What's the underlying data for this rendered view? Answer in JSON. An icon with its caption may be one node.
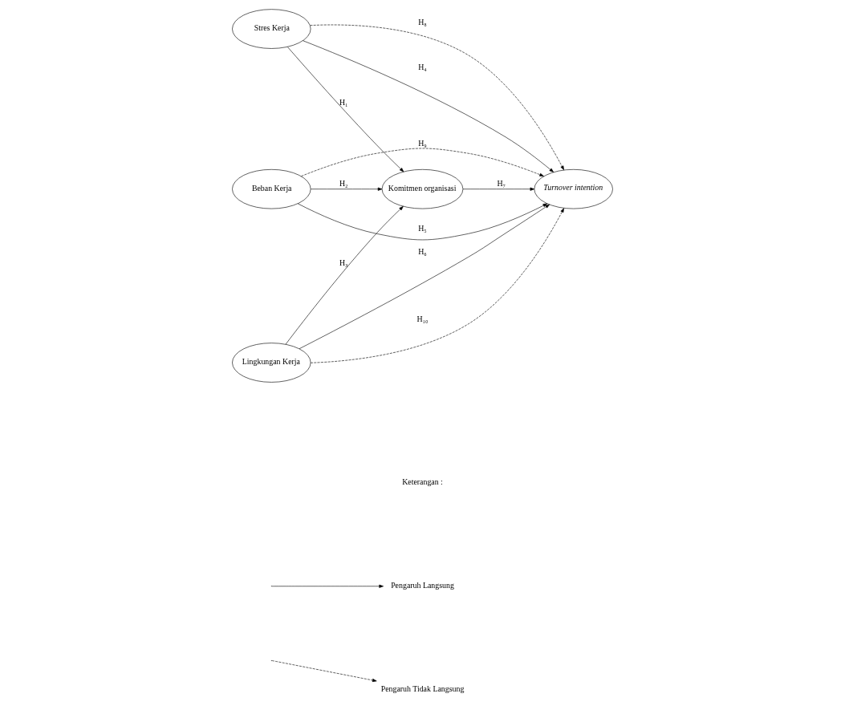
{
  "diagram": {
    "nodes": [
      {
        "text": [
          "Stres Kerja"
        ]
      },
      {
        "text": [
          "Beban Kerja"
        ]
      },
      {
        "text": [
          "Komitmen organisasi"
        ]
      },
      {
        "text": [
          "Turnover intention"
        ]
      },
      {
        "text": [
          "Lingkungan Kerja"
        ]
      }
    ],
    "edges": [
      {
        "from": 0,
        "to": 2,
        "arrow": "to",
        "label": "H₁"
      },
      {
        "from": 1,
        "to": 2,
        "arrow": "to",
        "label": "H₂"
      },
      {
        "from": 4,
        "to": 2,
        "arrow": "to",
        "label": "H₃"
      },
      {
        "from": 0,
        "to": 3,
        "arrow": "to",
        "label": "H₄"
      },
      {
        "from": 1,
        "to": 3,
        "arrow": "to",
        "label": "H₅"
      },
      {
        "from": 4,
        "to": 3,
        "arrow": "to",
        "label": "H₆"
      },
      {
        "from": 2,
        "to": 3,
        "arrow": "to",
        "label": "H₇"
      },
      {
        "from": 0,
        "to": 3,
        "arrow": "to",
        "label": "H₈",
        "style": "dashed"
      },
      {
        "from": 1,
        "to": 3,
        "arrow": "to",
        "label": "H₉",
        "style": "dashed"
      },
      {
        "from": 4,
        "to": 3,
        "arrow": "to",
        "label": "H₁₀",
        "style": "dashed"
      }
    ],
    "labels": [
      "Keterangan :"
    ],
    "legend": [
      {
        "text": "Pengaruh Langsung"
      },
      {
        "text": "Pengaruh Tidak Langsung"
      }
    ]
  }
}
